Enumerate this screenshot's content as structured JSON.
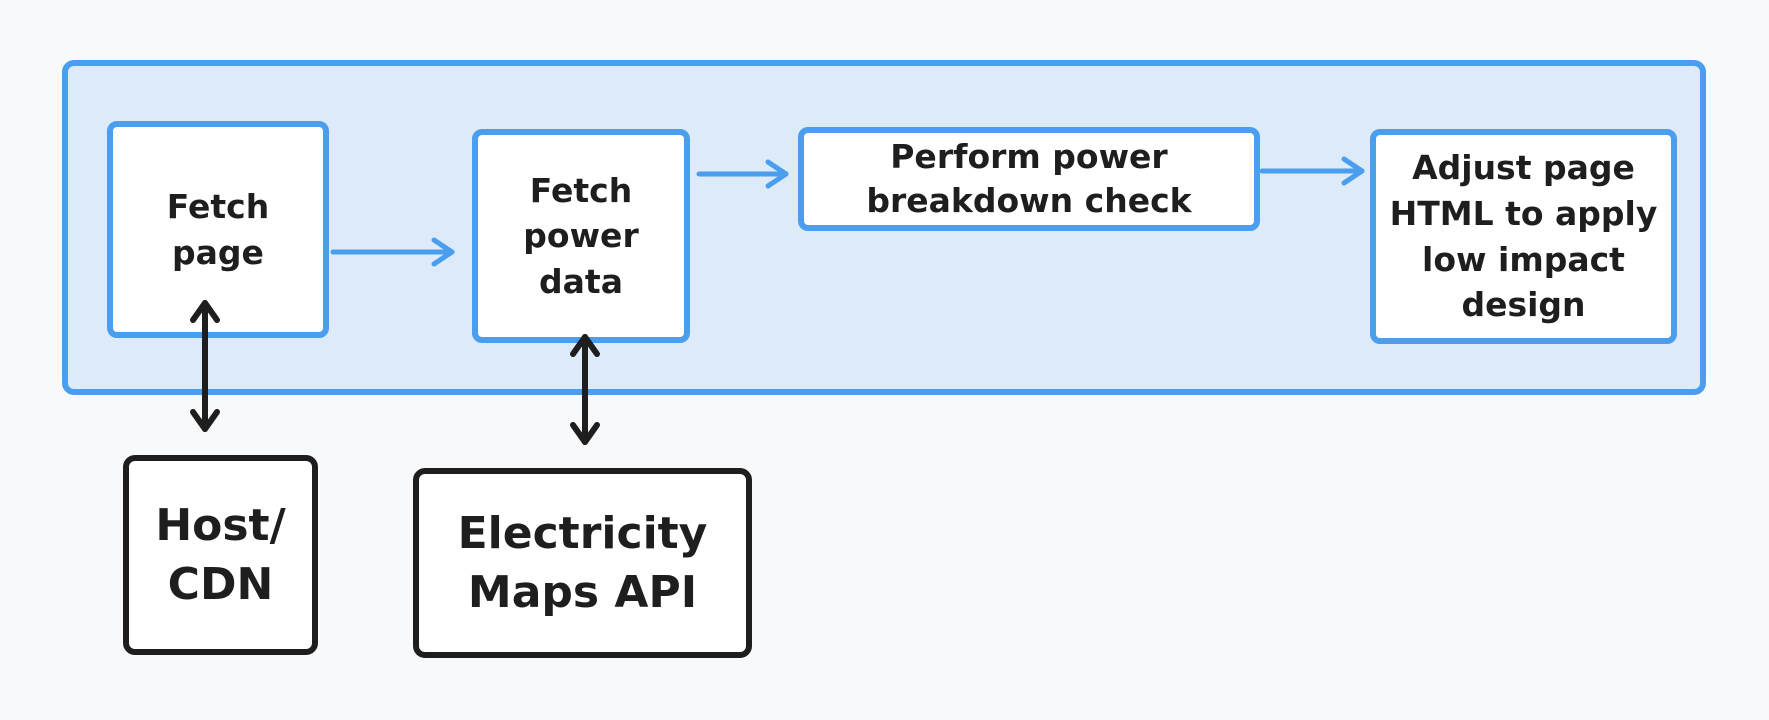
{
  "nodes": {
    "fetch_page": "Fetch\npage",
    "fetch_power_data": "Fetch\npower\ndata",
    "power_check": "Perform power\nbreakdown check",
    "adjust_html": "Adjust page\nHTML to  apply\nlow impact\ndesign",
    "host_cdn": "Host/\nCDN",
    "electricity_maps": "Electricity\nMaps API"
  },
  "colors": {
    "accent_blue": "#4a9eed",
    "container_fill": "#ddebf9",
    "dark_stroke": "#1e1e1e",
    "background": "#f8f9fb"
  }
}
